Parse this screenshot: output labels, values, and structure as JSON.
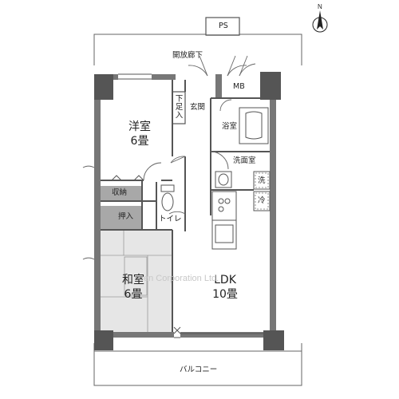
{
  "north_label": "N",
  "rooms": {
    "western": {
      "name": "洋室",
      "size": "6畳"
    },
    "japanese": {
      "name": "和室",
      "size": "6畳"
    },
    "ldk": {
      "name": "LDK",
      "size": "10畳"
    }
  },
  "labels": {
    "ps": "PS",
    "corridor": "開放廊下",
    "mb": "MB",
    "entrance": "玄関",
    "shoe": "下足入",
    "bath": "浴室",
    "washroom": "洗面室",
    "washer": "洗",
    "fridge": "冷",
    "storage": "収納",
    "closet": "押入",
    "toilet": "トイレ",
    "balcony": "バルコニー"
  },
  "watermark": "en Corporation Ltd.",
  "colors": {
    "wall": "#777777",
    "wall_dark": "#555555",
    "tatami": "#e6e6e6",
    "storage_fill": "#a8a8a8",
    "line": "#555555"
  }
}
